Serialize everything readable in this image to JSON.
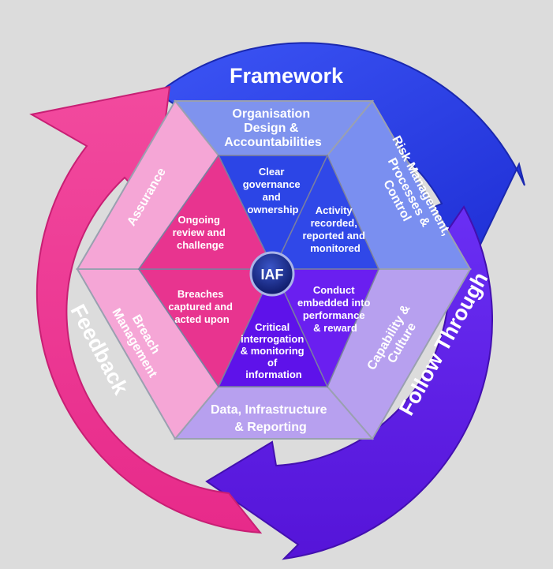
{
  "arrows": {
    "framework": "Framework",
    "follow_through": "Follow Through",
    "feedback": "Feedback"
  },
  "outer_segments": {
    "top": [
      "Organisation",
      "Design &",
      "Accountabilities"
    ],
    "upper_right": [
      "Risk Management,",
      "Processes &",
      "Control"
    ],
    "lower_right": [
      "Capability &",
      "Culture"
    ],
    "bottom": [
      "Data, Infrastructure",
      "& Reporting"
    ],
    "lower_left": [
      "Breach",
      "Management"
    ],
    "upper_left": [
      "Assurance"
    ]
  },
  "inner_segments": {
    "top": [
      "Clear",
      "governance",
      "and",
      "ownership"
    ],
    "upper_right": [
      "Activity",
      "recorded,",
      "reported and",
      "monitored"
    ],
    "lower_right": [
      "Conduct",
      "embedded into",
      "performance",
      "& reward"
    ],
    "bottom": [
      "Critical",
      "interrogation",
      "& monitoring",
      "of",
      "information"
    ],
    "lower_left": [
      "Breaches",
      "captured and",
      "acted upon"
    ],
    "upper_left": [
      "Ongoing",
      "review and",
      "challenge"
    ]
  },
  "hub": {
    "label": "IAF"
  },
  "colors": {
    "background": "#dcdcdc",
    "framework_arrow": "#2d3ff0",
    "follow_through_arrow": "#6a1ff2",
    "feedback_arrow": "#f53a9c",
    "hub": "#0c1e7a"
  }
}
